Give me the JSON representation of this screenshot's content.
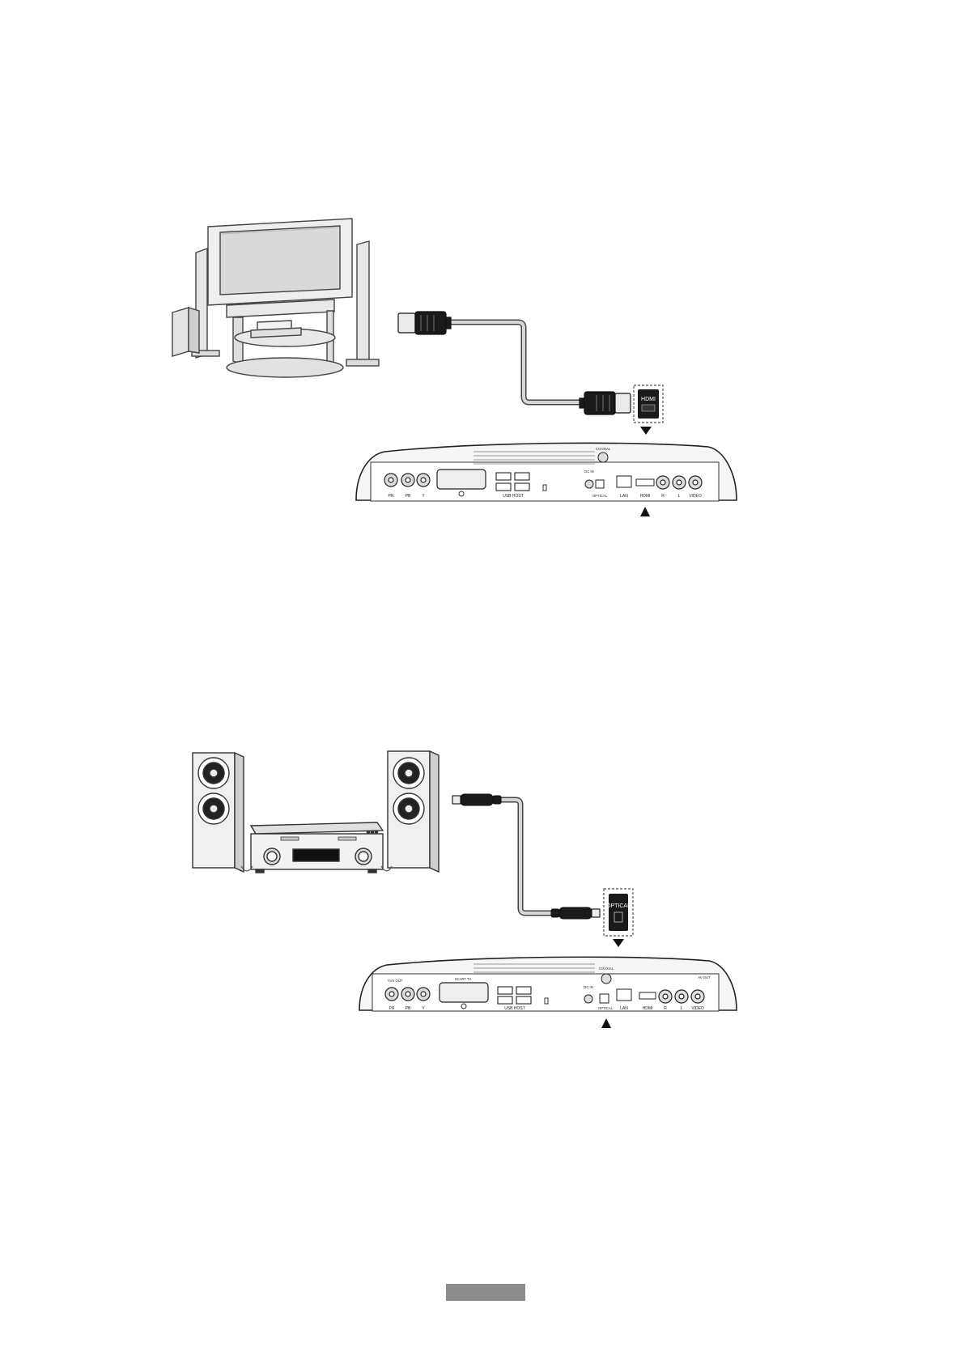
{
  "panel_labels": {
    "pr": "PR",
    "pb": "PB",
    "y": "Y",
    "usb_host": "USB HOST",
    "optical": "OPTICAL",
    "lan": "LAN",
    "hdmi": "HDMI",
    "r": "R",
    "l": "L",
    "video": "VIDEO",
    "coaxial": "COAXIAL",
    "dc_in": "DC IN",
    "ypbpr_out": "YUV OUT",
    "scart": "SCART TV",
    "av_out": "AV OUT"
  },
  "zoom": {
    "hdmi": "HDMI",
    "optical": "OPTICAL"
  },
  "colors": {
    "outline": "#222222",
    "device_fill": "#f4f4f4",
    "cable_fill": "#d6d6d6",
    "plug_fill": "#1a1a1a",
    "page_tab": "#8c8c8c"
  },
  "icons": {
    "marker_down": "triangle-down-icon",
    "marker_up": "triangle-up-icon"
  }
}
